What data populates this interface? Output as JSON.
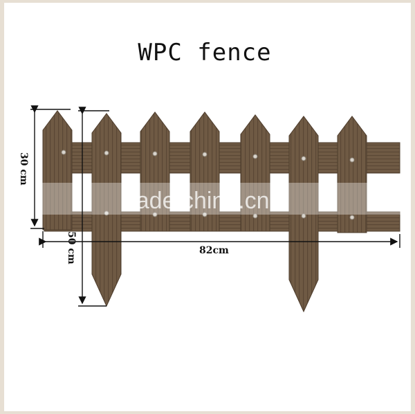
{
  "title": "WPC fence",
  "dimensions": {
    "height_short": "30 cm",
    "height_long": "50 cm",
    "width": "82cm"
  },
  "watermark": "trade.china.cn",
  "colors": {
    "wood": "#6f5a44",
    "wood_dark": "#5a4735",
    "background": "#ffffff",
    "border": "#e7dfd3",
    "dimension_line": "#111111"
  }
}
